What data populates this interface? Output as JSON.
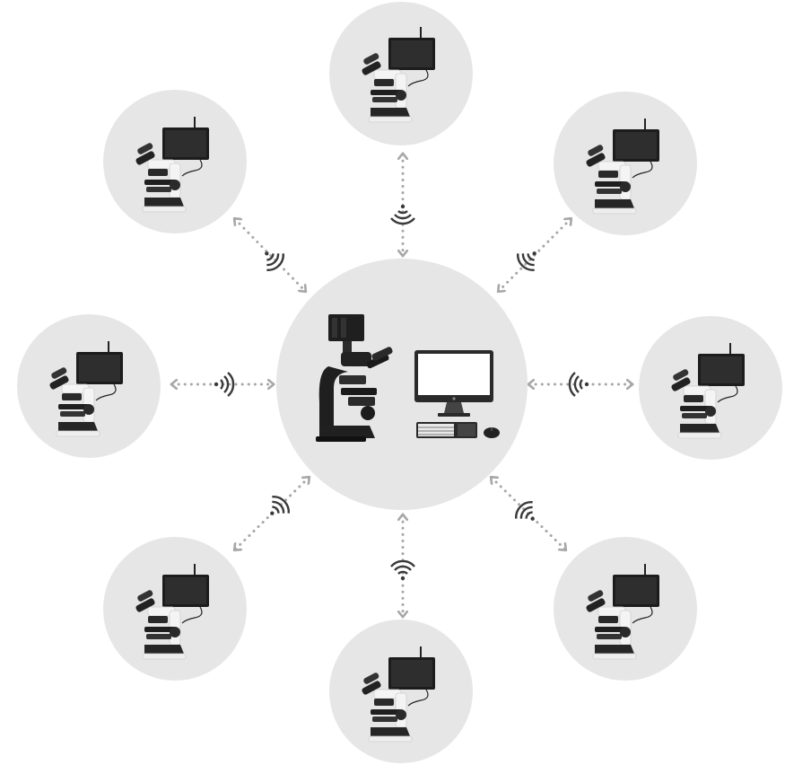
{
  "diagram": {
    "type": "wireless-microscope-network",
    "center": {
      "items": [
        "microscope-with-camera-icon",
        "desktop-computer-icon",
        "keyboard-icon",
        "mouse-icon"
      ]
    },
    "nodes": [
      {
        "id": "top",
        "icon": "digital-microscope-with-monitor-icon"
      },
      {
        "id": "top-right",
        "icon": "digital-microscope-with-monitor-icon"
      },
      {
        "id": "right",
        "icon": "digital-microscope-with-monitor-icon"
      },
      {
        "id": "bottom-right",
        "icon": "digital-microscope-with-monitor-icon"
      },
      {
        "id": "bottom",
        "icon": "digital-microscope-with-monitor-icon"
      },
      {
        "id": "bottom-left",
        "icon": "digital-microscope-with-monitor-icon"
      },
      {
        "id": "left",
        "icon": "digital-microscope-with-monitor-icon"
      },
      {
        "id": "top-left",
        "icon": "digital-microscope-with-monitor-icon"
      }
    ],
    "link": {
      "style": "dotted-double-arrow",
      "icon": "wifi-signal-icon"
    },
    "colors": {
      "circle_fill": "#e6e6e6",
      "link_color": "#a8a8a8",
      "signal_color": "#3a3a3a",
      "device_dark": "#1f1f1f",
      "device_light": "#f5f5f5"
    }
  }
}
